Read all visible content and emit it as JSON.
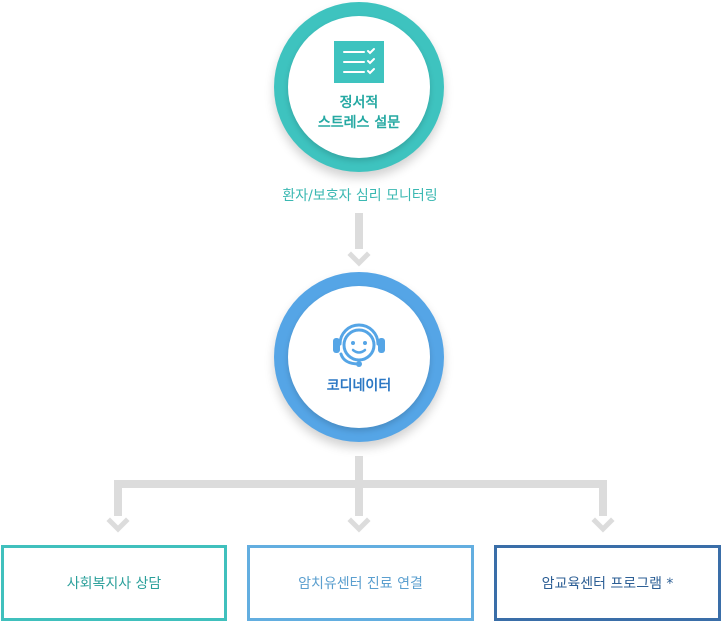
{
  "survey": {
    "title_line1": "정서적",
    "title_line2": "스트레스 설문",
    "subtitle": "환자/보호자 심리 모니터링"
  },
  "coordinator": {
    "title": "코디네이터"
  },
  "branches": [
    {
      "label": "사회복지사 상담"
    },
    {
      "label": "암치유센터 진료 연결"
    },
    {
      "label": "암교육센터 프로그램 *"
    }
  ],
  "colors": {
    "teal": "#3ec3bf",
    "blue": "#55a5e6",
    "navy": "#3a6ea8",
    "connector": "#dcdcdc"
  },
  "icons": {
    "survey": "checklist-icon",
    "coordinator": "headset-icon"
  }
}
